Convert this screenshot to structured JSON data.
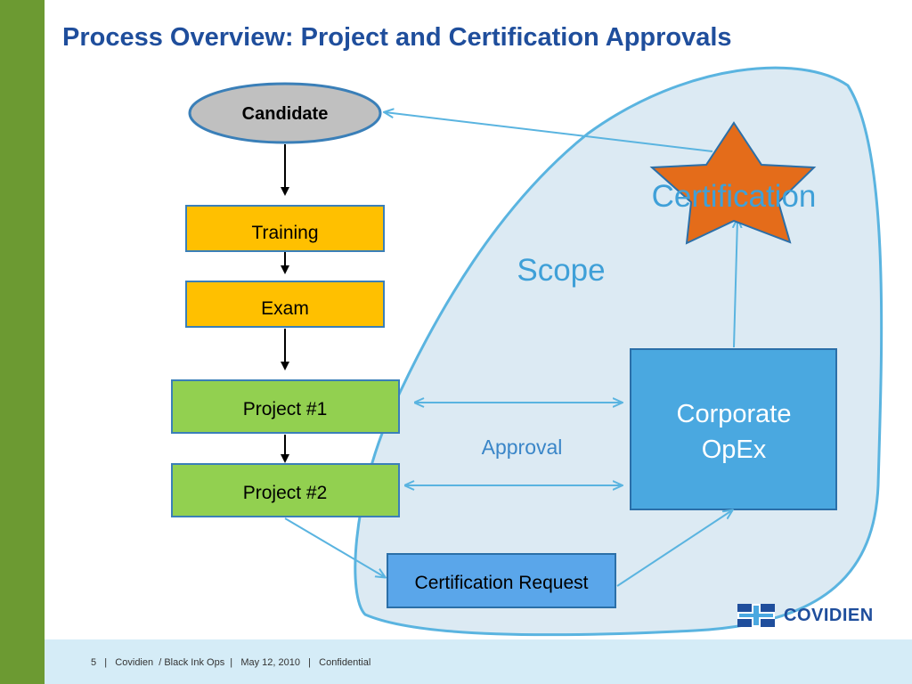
{
  "title": "Process Overview:  Project and Certification Approvals",
  "nodes": {
    "candidate": "Candidate",
    "training": "Training",
    "exam": "Exam",
    "project1": "Project #1",
    "project2": "Project #2",
    "cert_request": "Certification Request",
    "corporate_line1": "Corporate",
    "corporate_line2": "OpEx",
    "certification": "Certification"
  },
  "labels": {
    "scope": "Scope",
    "approval": "Approval"
  },
  "footer": {
    "text": "5   |   Covidien  / Black Ink Ops  |   May 12, 2010   |   Confidential"
  },
  "logo": {
    "word": "COVIDIEN"
  },
  "colors": {
    "title": "#1f4e9c",
    "accent_green": "#6c9a32",
    "yellow_box": "#ffc000",
    "green_box": "#92d050",
    "blue_box": "#4aa8e0",
    "scope_fill": "#dceaf3",
    "scope_stroke": "#5ab4e0",
    "star": "#e46c1a"
  }
}
